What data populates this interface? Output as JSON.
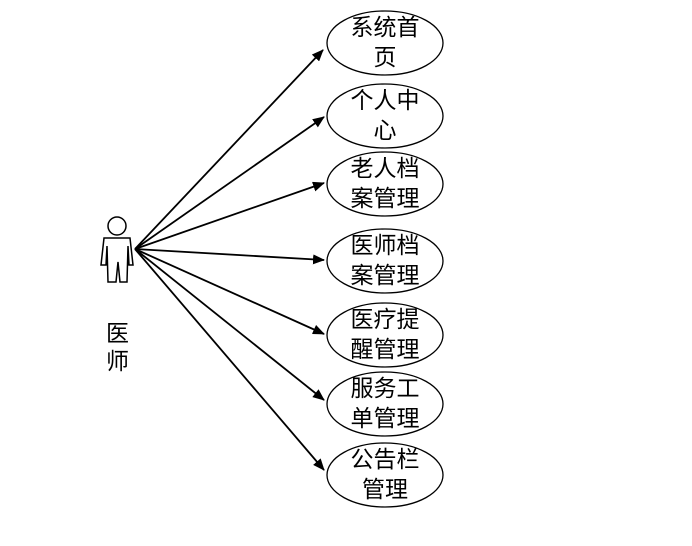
{
  "actor": {
    "label_lines": [
      "医",
      "师"
    ]
  },
  "use_cases": [
    {
      "lines": [
        "系统首",
        "页"
      ]
    },
    {
      "lines": [
        "个人中",
        "心"
      ]
    },
    {
      "lines": [
        "老人档",
        "案管理"
      ]
    },
    {
      "lines": [
        "医师档",
        "案管理"
      ]
    },
    {
      "lines": [
        "医疗提",
        "醒管理"
      ]
    },
    {
      "lines": [
        "服务工",
        "单管理"
      ]
    },
    {
      "lines": [
        "公告栏",
        "管理"
      ]
    }
  ]
}
